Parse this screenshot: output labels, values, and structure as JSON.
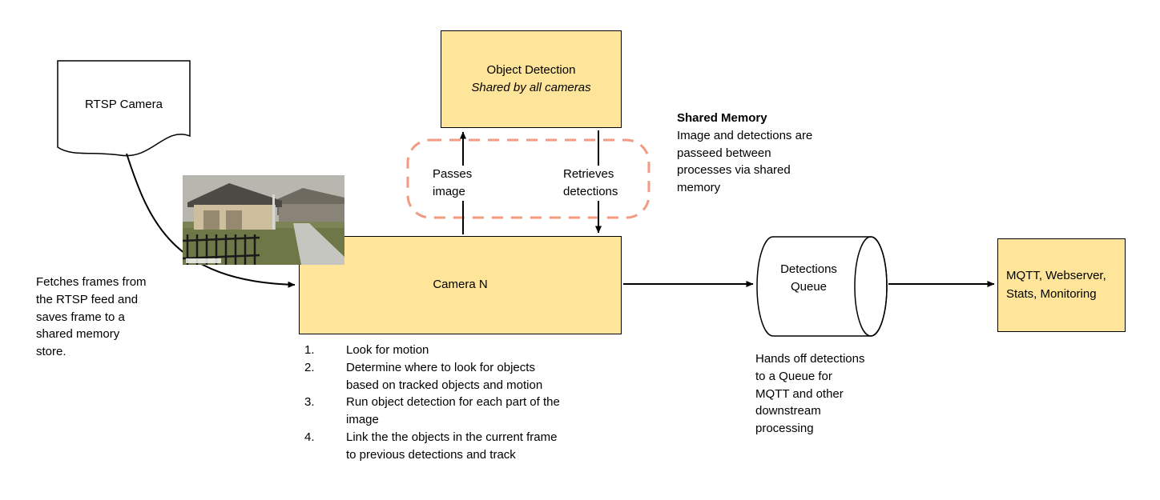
{
  "colors": {
    "node_fill": "#ffe599",
    "node_border": "#000000",
    "shared_memory_outline": "#f19b82",
    "arrow": "#000000",
    "background": "#ffffff"
  },
  "nodes": {
    "rtsp_camera": {
      "label": "RTSP Camera"
    },
    "object_detection": {
      "title": "Object Detection",
      "subtitle": "Shared by all cameras"
    },
    "camera_n": {
      "label": "Camera N"
    },
    "detections_queue": {
      "label": "Detections Queue"
    },
    "outputs": {
      "label": "MQTT, Webserver, Stats, Monitoring"
    }
  },
  "edge_labels": {
    "passes_image": "Passes image",
    "retrieves_detections": "Retrieves detections"
  },
  "annotations": {
    "shared_memory_title": "Shared Memory",
    "shared_memory_body": "Image and detections are\npasseed between\nprocesses via shared\nmemory",
    "fetch_note": "Fetches frames from\nthe RTSP feed and\nsaves frame to a\nshared memory\nstore.",
    "queue_note": "Hands off detections\nto a Queue for\nMQTT and other\ndownstream\nprocessing"
  },
  "steps": [
    {
      "num": "1.",
      "text": "Look for motion"
    },
    {
      "num": "2.",
      "text": "Determine where to look for objects\nbased on tracked objects and motion"
    },
    {
      "num": "3.",
      "text": "Run object detection for each part of the\nimage"
    },
    {
      "num": "4.",
      "text": "Link the the objects in the current frame\nto previous detections and track"
    }
  ]
}
